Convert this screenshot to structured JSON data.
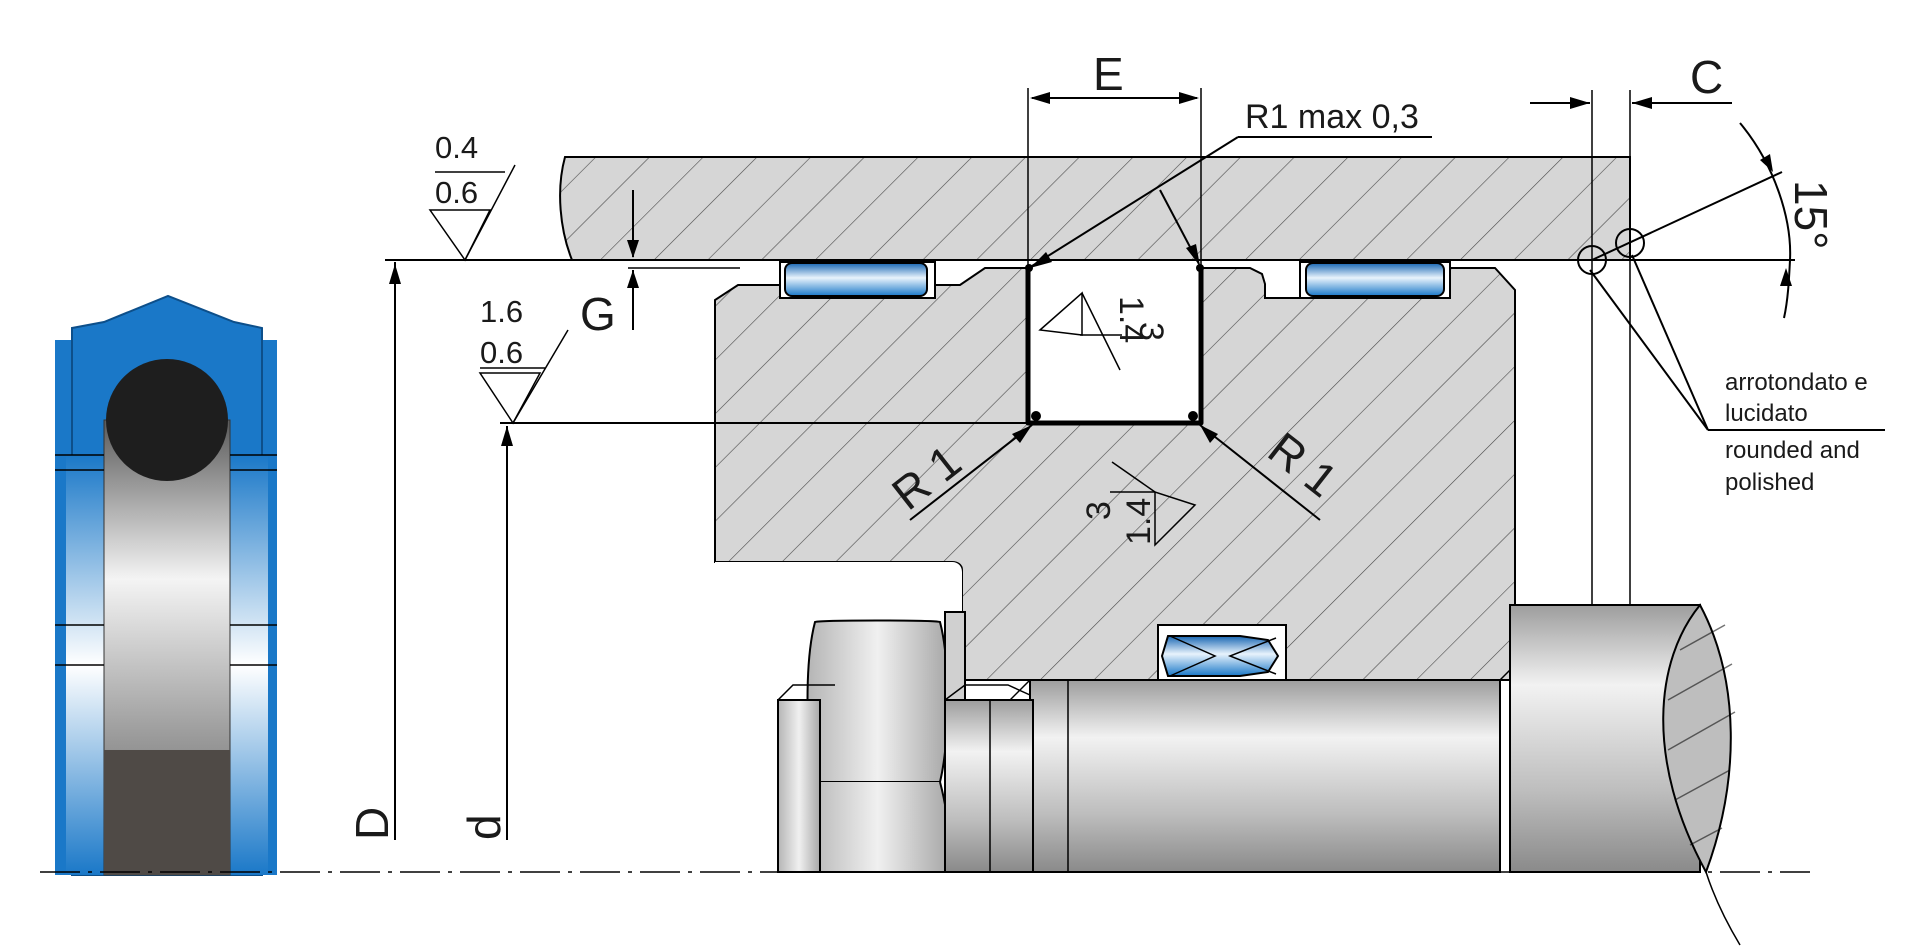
{
  "labels": {
    "e": "E",
    "c": "C",
    "g": "G",
    "d_upper": "D",
    "d_lower": "d",
    "radius_max": "R1 max 0,3",
    "radius_left": "R 1",
    "radius_right": "R 1",
    "angle": "15°"
  },
  "roughness": {
    "housing_top": "0.4",
    "housing_bottom": "0.6",
    "rod_top": "1.6",
    "rod_bottom": "0.6",
    "groove_inner_a": "1.4",
    "groove_inner_b": "3",
    "groove_lower_a": "3",
    "groove_lower_b": "1.4"
  },
  "notes": {
    "italian_line1": "arrotondato e",
    "italian_line2": "lucidato",
    "english_line1": "rounded and",
    "english_line2": "polished"
  },
  "colors": {
    "seal_blue": "#1a78c8",
    "seal_light": "#e6f2fb",
    "oring_black": "#1e1e1e",
    "section_gray": "#d6d6d6"
  }
}
